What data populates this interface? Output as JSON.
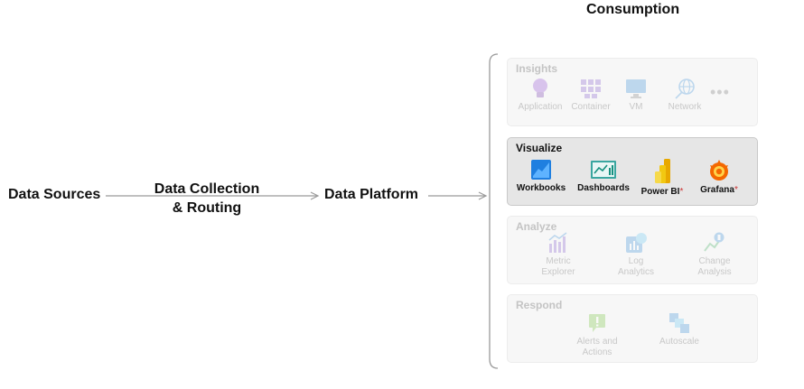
{
  "header": {
    "consumption": "Consumption"
  },
  "flow": {
    "data_sources": "Data Sources",
    "collection_line1": "Data Collection",
    "collection_line2": "& Routing",
    "data_platform": "Data Platform"
  },
  "panels": {
    "insights": {
      "title": "Insights",
      "items": [
        {
          "label": "Application",
          "icon": "lightbulb-icon"
        },
        {
          "label": "Container",
          "icon": "container-grid-icon"
        },
        {
          "label": "VM",
          "icon": "monitor-icon"
        },
        {
          "label": "Network",
          "icon": "globe-network-icon"
        }
      ],
      "more": "•••"
    },
    "visualize": {
      "title": "Visualize",
      "items": [
        {
          "label": "Workbooks",
          "icon": "workbook-icon"
        },
        {
          "label": "Dashboards",
          "icon": "dashboard-icon"
        },
        {
          "label": "Power BI",
          "suffix": "*",
          "icon": "powerbi-icon"
        },
        {
          "label": "Grafana",
          "suffix": "*",
          "icon": "grafana-icon"
        }
      ]
    },
    "analyze": {
      "title": "Analyze",
      "items": [
        {
          "line1": "Metric",
          "line2": "Explorer",
          "icon": "metric-explorer-icon"
        },
        {
          "line1": "Log",
          "line2": "Analytics",
          "icon": "log-analytics-icon"
        },
        {
          "line1": "Change",
          "line2": "Analysis",
          "icon": "change-analysis-icon"
        }
      ]
    },
    "respond": {
      "title": "Respond",
      "items": [
        {
          "line1": "Alerts and",
          "line2": "Actions",
          "icon": "alert-icon"
        },
        {
          "line1": "Autoscale",
          "line2": "",
          "icon": "autoscale-icon"
        }
      ]
    }
  },
  "colors": {
    "text": "#111111",
    "arrow": "#9a9a9a",
    "faded_text": "#c4c4c4",
    "active_panel_bg": "#e6e6e6",
    "faded_panel_bg": "#f7f7f7"
  }
}
